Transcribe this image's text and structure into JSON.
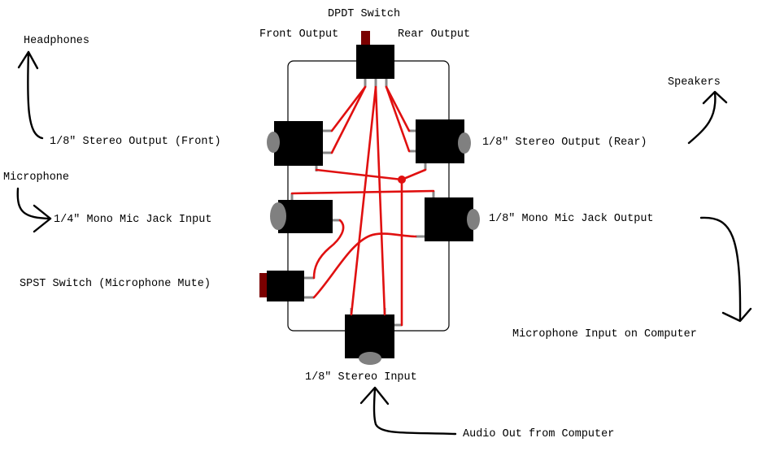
{
  "labels": {
    "dpdt_switch": "DPDT Switch",
    "front_output": "Front Output",
    "rear_output": "Rear Output",
    "headphones": "Headphones",
    "speakers": "Speakers",
    "stereo_output_front": "1/8\" Stereo Output (Front)",
    "stereo_output_rear": "1/8\" Stereo Output (Rear)",
    "microphone": "Microphone",
    "mono_mic_jack_input": "1/4\" Mono Mic Jack Input",
    "mono_mic_jack_output": "1/8\" Mono Mic Jack Output",
    "spst_switch": "SPST Switch (Microphone Mute)",
    "microphone_input_computer": "Microphone Input on Computer",
    "stereo_input": "1/8\" Stereo Input",
    "audio_out_computer": "Audio Out from Computer"
  },
  "colors": {
    "wire": "#e01010",
    "component": "#000000",
    "jack_socket": "#808080",
    "switch_lever": "#7a0000",
    "enclosure": "#000000"
  }
}
